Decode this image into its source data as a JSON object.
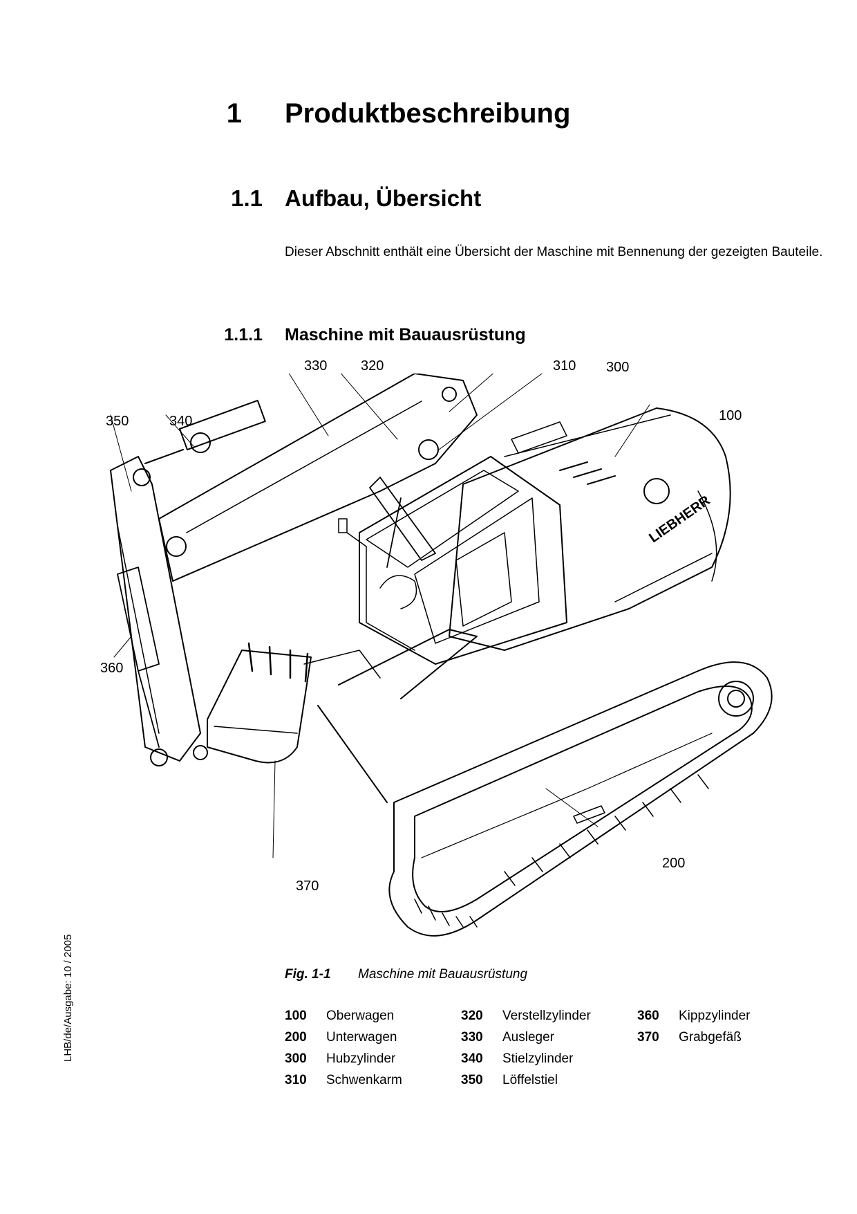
{
  "chapter": {
    "number": "1",
    "title": "Produktbeschreibung"
  },
  "section": {
    "number": "1.1",
    "title": "Aufbau, Übersicht"
  },
  "intro": "Dieser Abschnitt enthält eine Übersicht der Maschine mit Bennenung der gezeigten Bauteile.",
  "subsection": {
    "number": "1.1.1",
    "title": "Maschine mit Bauausrüstung"
  },
  "figure": {
    "label": "Fig. 1-1",
    "caption": "Maschine mit Bauausrüstung",
    "illustration": "excavator-line-drawing",
    "callouts": [
      "330",
      "320",
      "310",
      "300",
      "350",
      "340",
      "100",
      "360",
      "370",
      "200"
    ]
  },
  "legend": [
    {
      "num": "100",
      "label": "Oberwagen"
    },
    {
      "num": "200",
      "label": "Unterwagen"
    },
    {
      "num": "300",
      "label": "Hubzylinder"
    },
    {
      "num": "310",
      "label": "Schwenkarm"
    },
    {
      "num": "320",
      "label": "Verstellzylinder"
    },
    {
      "num": "330",
      "label": "Ausleger"
    },
    {
      "num": "340",
      "label": "Stielzylinder"
    },
    {
      "num": "350",
      "label": "Löffelstiel"
    },
    {
      "num": "360",
      "label": "Kippzylinder"
    },
    {
      "num": "370",
      "label": "Grabgefäß"
    }
  ],
  "footer_vertical": "LHB/de/Ausgabe: 10 / 2005"
}
